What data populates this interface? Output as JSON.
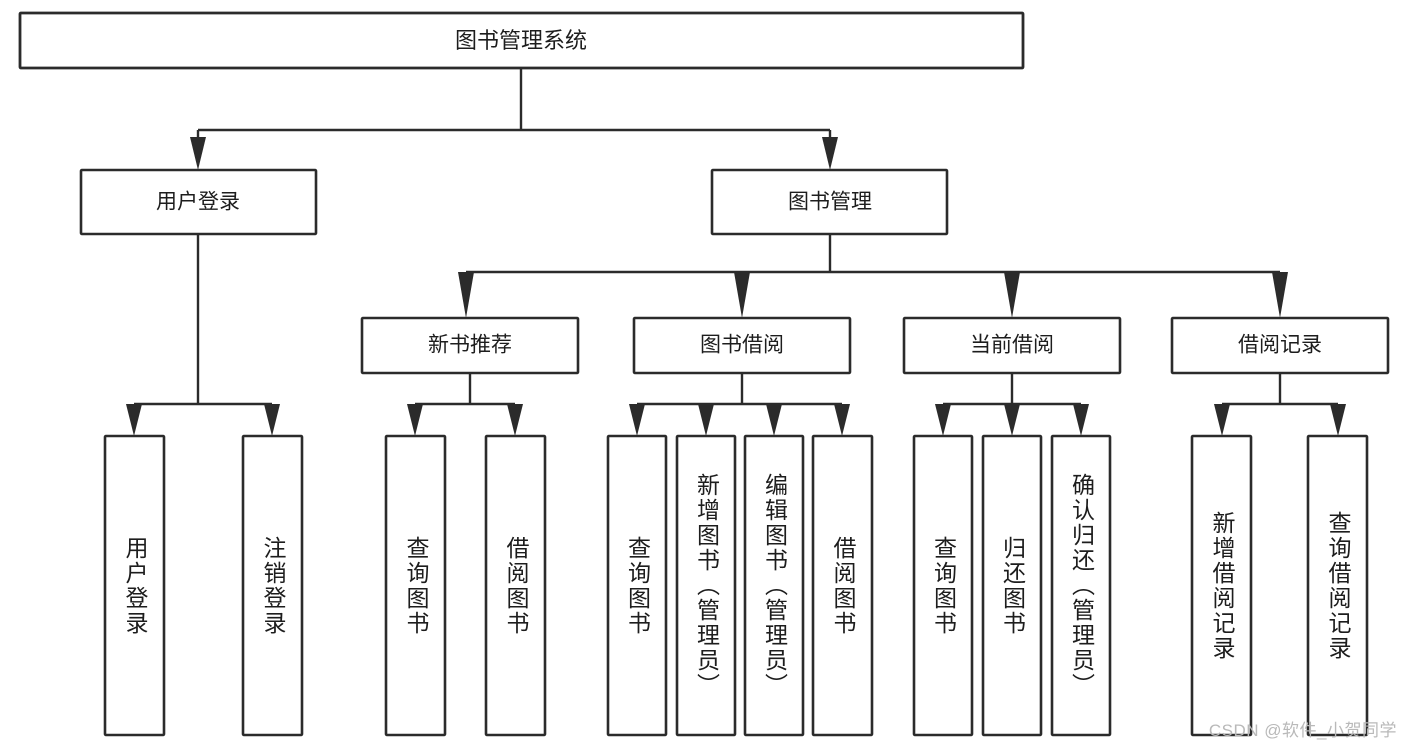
{
  "diagram": {
    "type": "tree",
    "title": "图书管理系统",
    "root": {
      "id": "root",
      "label": "图书管理系统",
      "orientation": "horizontal"
    },
    "level2": [
      {
        "id": "user-login",
        "label": "用户登录",
        "orientation": "horizontal"
      },
      {
        "id": "book-management",
        "label": "图书管理",
        "orientation": "horizontal"
      }
    ],
    "level3": [
      {
        "id": "new-book-recommend",
        "label": "新书推荐",
        "orientation": "horizontal",
        "parent": "book-management"
      },
      {
        "id": "book-borrow",
        "label": "图书借阅",
        "orientation": "horizontal",
        "parent": "book-management"
      },
      {
        "id": "current-borrow",
        "label": "当前借阅",
        "orientation": "horizontal",
        "parent": "book-management"
      },
      {
        "id": "borrow-record",
        "label": "借阅记录",
        "orientation": "horizontal",
        "parent": "book-management"
      }
    ],
    "leaves": [
      {
        "id": "leaf-user-login",
        "label": "用户登录",
        "orientation": "vertical",
        "parent": "user-login"
      },
      {
        "id": "leaf-logout-login",
        "label": "注销登录",
        "orientation": "vertical",
        "parent": "user-login"
      },
      {
        "id": "leaf-query-book-1",
        "label": "查询图书",
        "orientation": "vertical",
        "parent": "new-book-recommend"
      },
      {
        "id": "leaf-borrow-book-1",
        "label": "借阅图书",
        "orientation": "vertical",
        "parent": "new-book-recommend"
      },
      {
        "id": "leaf-query-book-2",
        "label": "查询图书",
        "orientation": "vertical",
        "parent": "book-borrow"
      },
      {
        "id": "leaf-add-book-admin",
        "label": "新增图书（管理员）",
        "orientation": "vertical",
        "parent": "book-borrow"
      },
      {
        "id": "leaf-edit-book-admin",
        "label": "编辑图书（管理员）",
        "orientation": "vertical",
        "parent": "book-borrow"
      },
      {
        "id": "leaf-borrow-book-2",
        "label": "借阅图书",
        "orientation": "vertical",
        "parent": "book-borrow"
      },
      {
        "id": "leaf-query-book-3",
        "label": "查询图书",
        "orientation": "vertical",
        "parent": "current-borrow"
      },
      {
        "id": "leaf-return-book",
        "label": "归还图书",
        "orientation": "vertical",
        "parent": "current-borrow"
      },
      {
        "id": "leaf-confirm-return-admin",
        "label": "确认归还（管理员）",
        "orientation": "vertical",
        "parent": "current-borrow"
      },
      {
        "id": "leaf-add-borrow-record",
        "label": "新增借阅记录",
        "orientation": "vertical",
        "parent": "borrow-record"
      },
      {
        "id": "leaf-query-borrow-record",
        "label": "查询借阅记录",
        "orientation": "vertical",
        "parent": "borrow-record"
      }
    ],
    "colors": {
      "background": "#ffffff",
      "box_fill": "#ffffff",
      "box_stroke": "#2b2b2b",
      "connector": "#2b2b2b",
      "text": "#1d1d1d",
      "watermark": "#b9b9b9"
    }
  },
  "watermark": {
    "text": "CSDN @软件_小贺同学"
  }
}
